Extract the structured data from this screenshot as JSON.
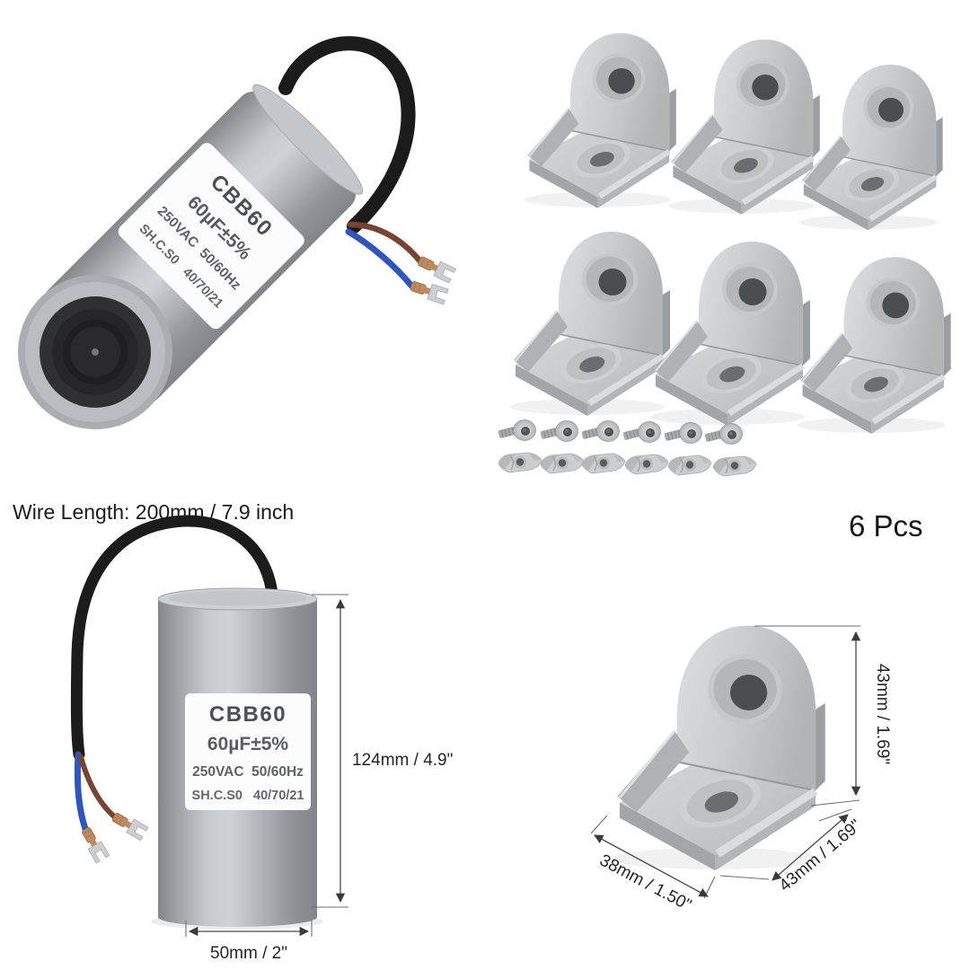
{
  "labels": {
    "wire_length": "Wire Length: 200mm / 7.9 inch",
    "pieces": "6 Pcs"
  },
  "capacitor_label": {
    "lines": [
      "CBB60",
      "60µF±5%",
      "250VAC  50/60Hz",
      "SH.C.S0   40/70/21"
    ]
  },
  "dimensions": {
    "capacitor_height": "124mm / 4.9\"",
    "capacitor_diameter": "50mm / 2\"",
    "bracket_height": "43mm / 1.69\"",
    "bracket_base_length": "38mm / 1.50\"",
    "bracket_depth": "43mm / 1.69\""
  },
  "counts": {
    "brackets": 6,
    "screws": 6,
    "t_nuts": 6
  },
  "colors": {
    "background": "#ffffff",
    "capacitor_body": "#b4b7bc",
    "label_paper": "#fcfcfc",
    "wire_sheath": "#1c1c1c",
    "wire_blue": "#2e55c0",
    "wire_brown": "#7a4632",
    "terminal_copper": "#bf8a5e",
    "metal_silver": "#c9cbcd",
    "dimension_line": "#4a4a4a",
    "text": "#1e1e1e"
  }
}
